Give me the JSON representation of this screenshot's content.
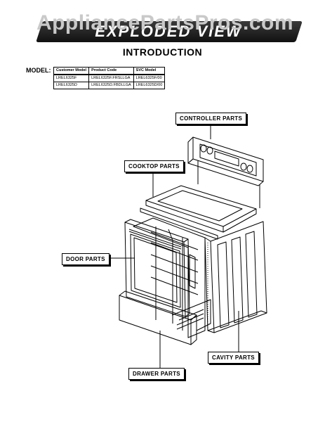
{
  "watermark": "AppliancePartsPros.com",
  "header": {
    "banner": "EXPLODED VIEW",
    "title": "INTRODUCTION"
  },
  "model_section": {
    "label": "MODEL:",
    "columns": [
      "Customer Model",
      "Product Code",
      "SVC Model"
    ],
    "rows": [
      [
        "LREL6325F",
        "LREL6325F.FRSLLGA",
        "LREL6325F/00"
      ],
      [
        "LREL6325D",
        "LREL6325D.FBDLLGA",
        "LREL6325D/00"
      ]
    ]
  },
  "parts_labels": {
    "controller": "CONTROLLER PARTS",
    "cooktop": "COOKTOP PARTS",
    "door": "DOOR PARTS",
    "cavity": "CAVITY PARTS",
    "drawer": "DRAWER PARTS"
  }
}
